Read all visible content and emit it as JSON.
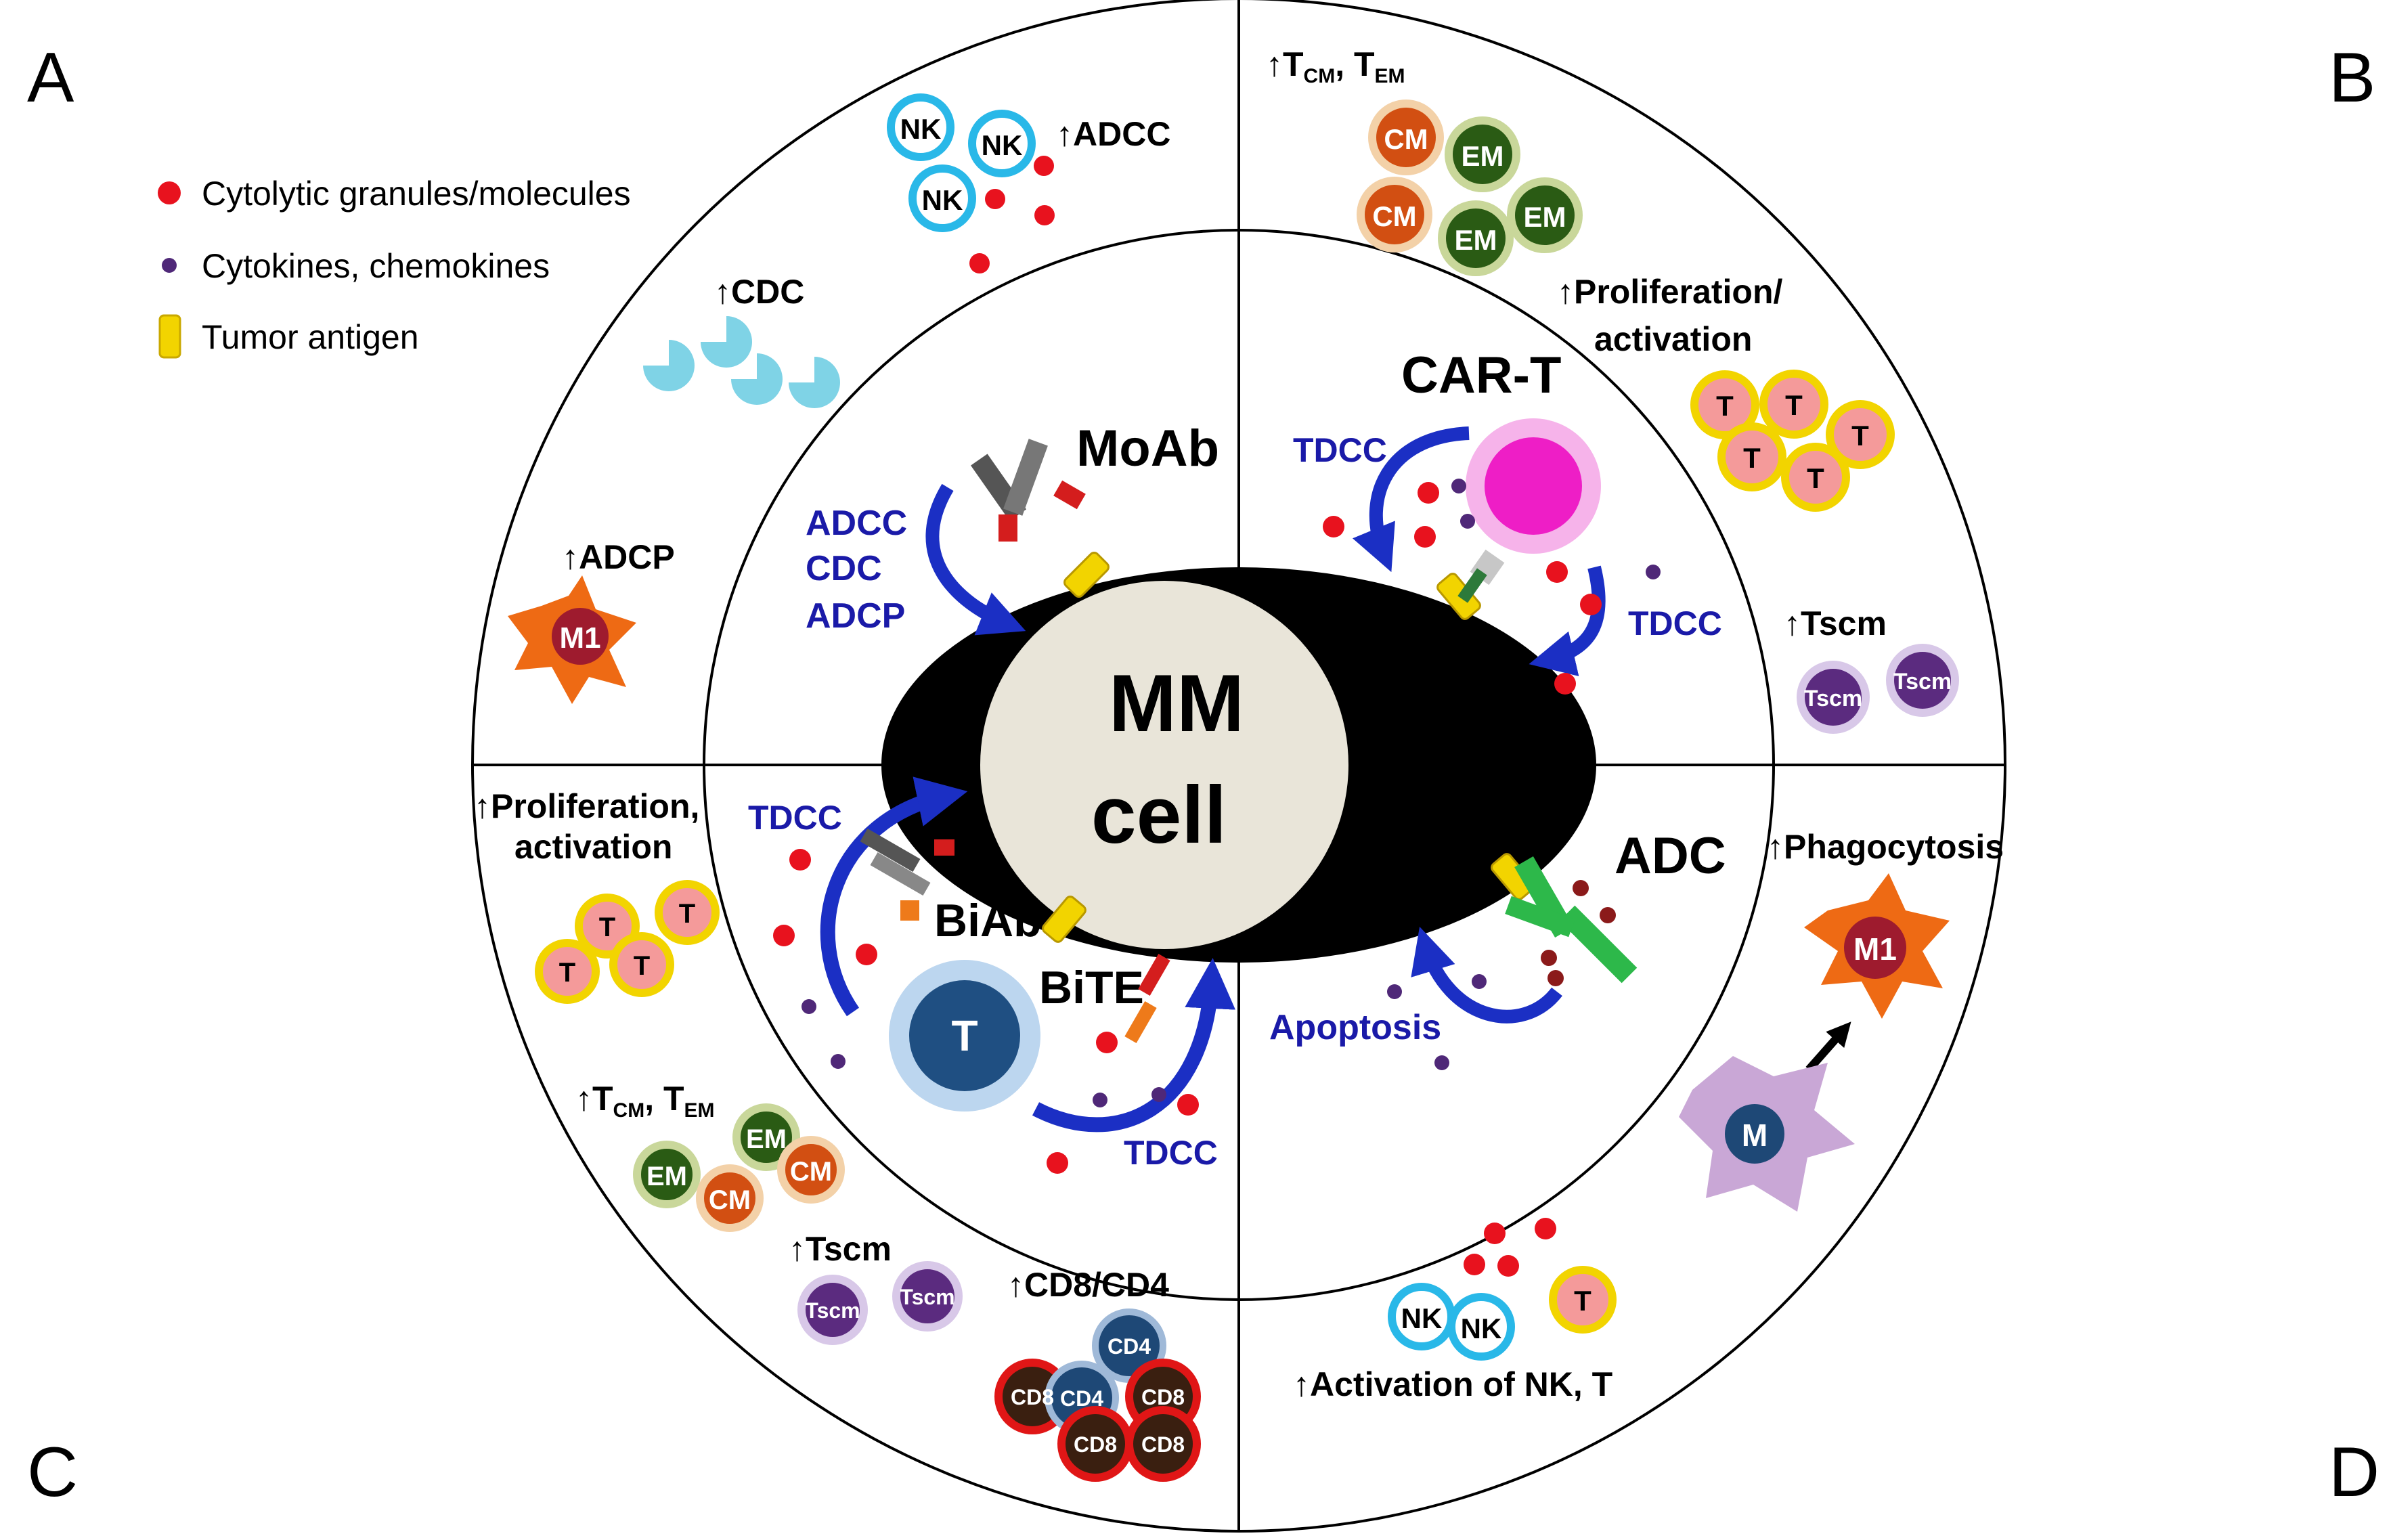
{
  "corners": {
    "a": "A",
    "b": "B",
    "c": "C",
    "d": "D"
  },
  "legend": {
    "granules": "Cytolytic granules/molecules",
    "cytokines": "Cytokines, chemokines",
    "antigen": "Tumor antigen"
  },
  "center": {
    "line1": "MM",
    "line2": "cell"
  },
  "therapies": {
    "moab": "MoAb",
    "cart": "CAR-T",
    "biab": "BiAb",
    "bite": "BiTE",
    "adc": "ADC"
  },
  "mechanisms": {
    "adcc": "ADCC",
    "cdc": "CDC",
    "adcp": "ADCP",
    "tdcc": "TDCC",
    "apoptosis": "Apoptosis"
  },
  "outer": {
    "adcc": "ADCC",
    "cdc": "CDC",
    "adcp": "ADCP",
    "tcm_tem": {
      "t1": "T",
      "s1": "CM",
      "sep": ", T",
      "s2": "EM"
    },
    "prolif_b": {
      "l1": "Proliferation/",
      "l2": "activation"
    },
    "tscm": "Tscm",
    "prolif_c": {
      "l1": "Proliferation,",
      "l2": "activation"
    },
    "cd8cd4": "CD8/CD4",
    "phagocytosis": "Phagocytosis",
    "activation": "Activation of NK, T"
  },
  "cells": {
    "nk": "NK",
    "cm": "CM",
    "em": "EM",
    "t": "T",
    "tscm": "Tscm",
    "m1": "M1",
    "m": "M",
    "cd8": "CD8",
    "cd4": "CD4"
  },
  "colors": {
    "granule": "#e8121e",
    "cytokine": "#4f2878",
    "antigen": "#f2d400",
    "arrow_blue": "#1b2fc4",
    "tcell_dark": "#1f4f82",
    "carT": "#ee1ec6",
    "adc_green": "#2db84a",
    "mm_black": "#000000",
    "mm_nucleus": "#e9e5d9"
  }
}
